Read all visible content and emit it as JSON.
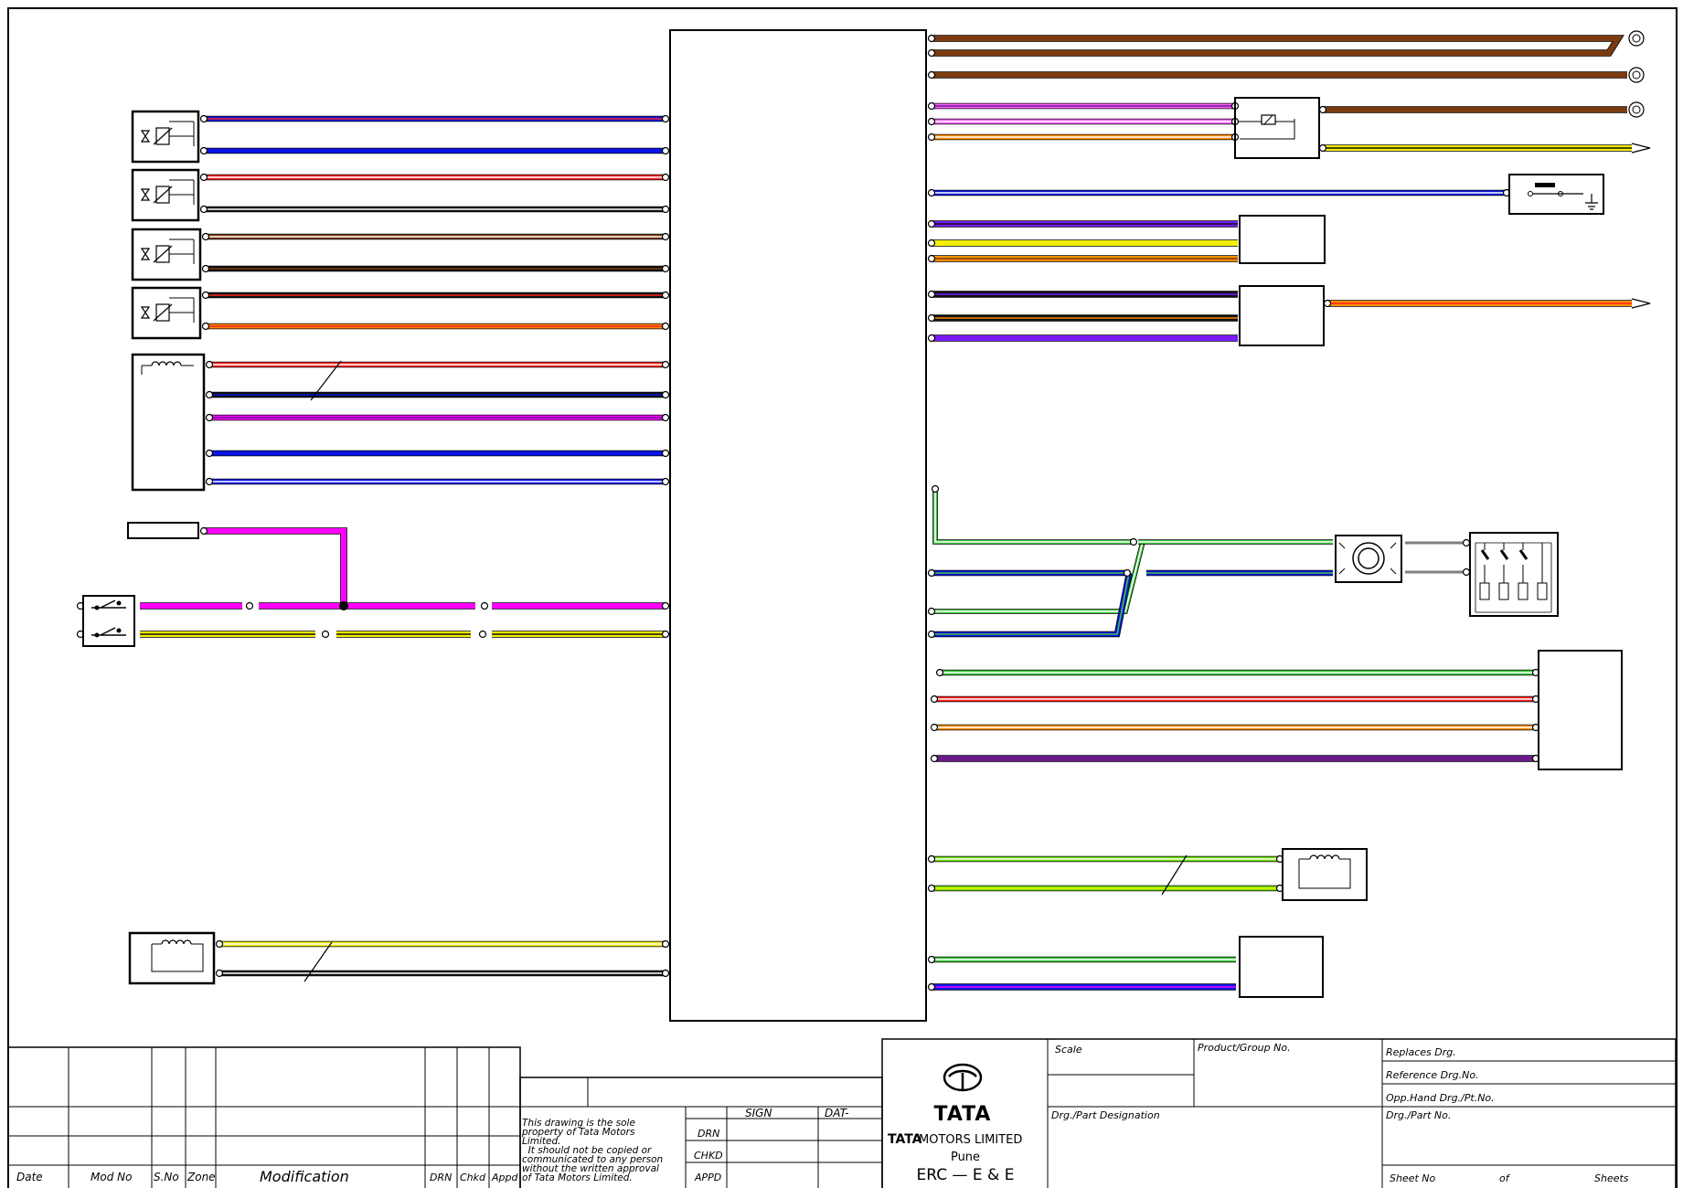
{
  "title_block": {
    "revision_headers": [
      "Date",
      "Mod No",
      "S.No",
      "Zone",
      "Modification",
      "DRN",
      "Chkd",
      "Appd"
    ],
    "disclaimer": [
      "This drawing is the sole",
      "property of Tata Motors",
      "Limited.",
      "  It should not be copied or",
      "communicated to any person",
      "without the written approval",
      "of Tata Motors Limited."
    ],
    "sign_header": "SIGN",
    "date_header": "DAT-",
    "row_labels": [
      "DRN",
      "CHKD",
      "APPD"
    ],
    "logo_word": "TATA",
    "company_brand": "TATA",
    "company_name": "MOTORS LIMITED",
    "city": "Pune",
    "department": "ERC — E & E",
    "scale_label": "Scale",
    "product_group_label": "Product/Group No.",
    "designation_label": "Drg./Part Designation",
    "replaces_label": "Replaces Drg.",
    "reference_label": "Reference Drg.No.",
    "opp_hand_label": "Opp.Hand Drg./Pt.No.",
    "part_no_label": "Drg./Part No.",
    "sheet_no_label": "Sheet No",
    "of_label": "of",
    "sheets_label": "Sheets"
  },
  "colors": {
    "brown": "#7a3b10",
    "blue": "#0a14e6",
    "red": "#ff2020",
    "black": "#111111",
    "magenta": "#ff00ff",
    "yellow": "#f2f000",
    "green": "#3cc83c",
    "orange": "#ff8c00",
    "purple": "#6a1a8a",
    "pink": "#ff60ff",
    "violet": "#7a18ff",
    "light_green": "#70e000"
  }
}
